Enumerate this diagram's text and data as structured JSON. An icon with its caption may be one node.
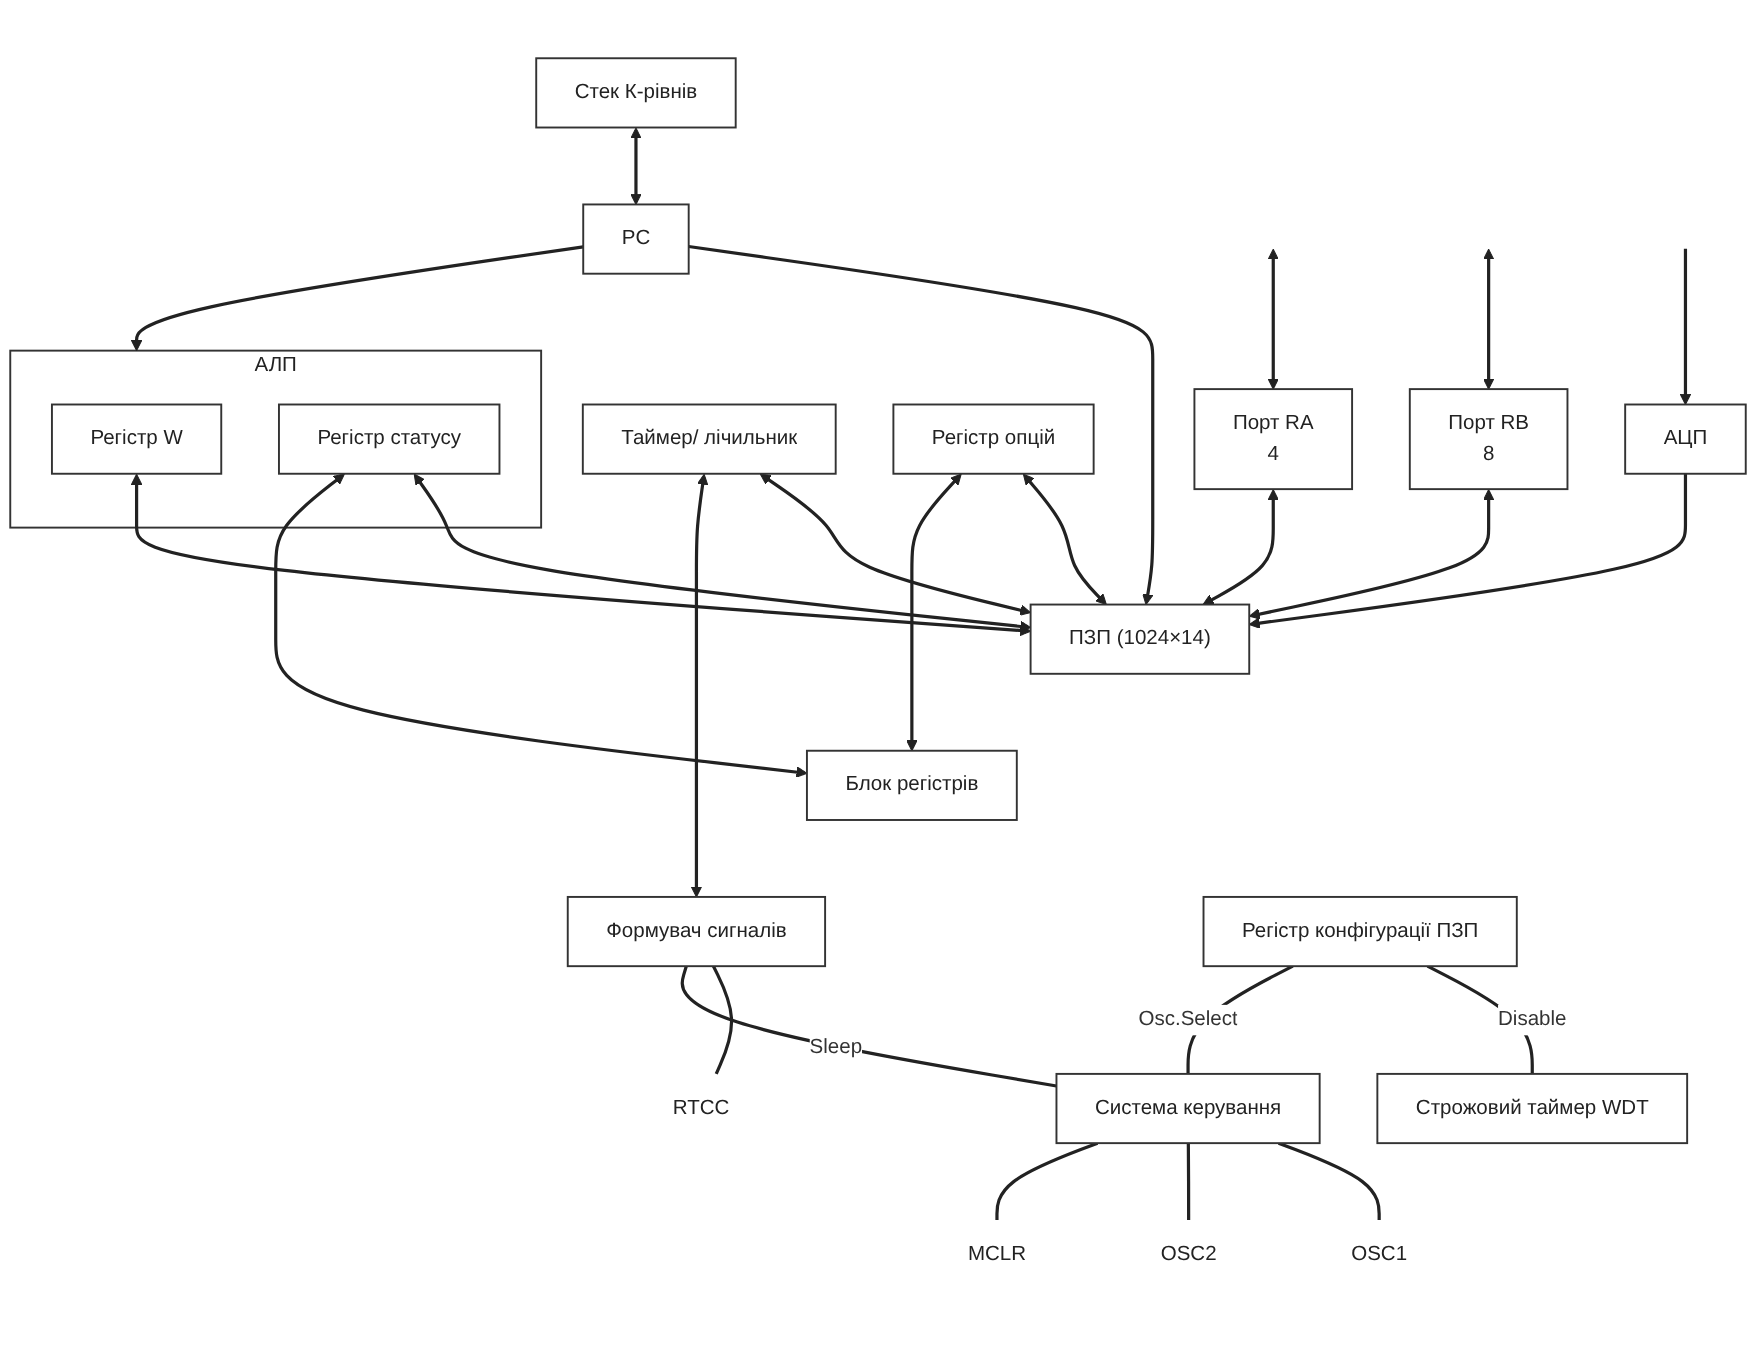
{
  "diagram": {
    "nodes": [
      {
        "text": [
          "Стек К-рівнів"
        ]
      },
      {
        "text": [
          "PC"
        ]
      },
      {
        "text": [
          "АЛП"
        ]
      },
      {
        "text": [
          "Регістр W"
        ],
        "in": 2
      },
      {
        "text": [
          "Регістр статусу"
        ],
        "in": 2
      },
      {
        "text": [
          "Блок регістрів"
        ]
      },
      {
        "text": [
          "ПЗП (1024×14)"
        ]
      },
      {
        "text": [
          "Таймер/ лічильник"
        ]
      },
      {
        "text": [
          "Регістр опцій"
        ]
      },
      {
        "text": [
          "Порт RA",
          "4"
        ]
      },
      {
        "text": [
          "Порт RB",
          "8"
        ]
      },
      {
        "text": [
          "АЦП"
        ]
      },
      {
        "text": [
          "Формувач сигналів"
        ]
      },
      {
        "text": [
          "Строжовий таймер WDT"
        ]
      },
      {
        "text": [
          "Система керування"
        ]
      },
      {
        "text": [
          "Регістр конфігурації ПЗП"
        ]
      },
      {
        "text": [
          "RTCC"
        ]
      },
      {
        "text": [
          "OSC1"
        ]
      },
      {
        "text": [
          "OSC2"
        ]
      },
      {
        "text": [
          "MCLR"
        ]
      }
    ],
    "edges": [
      {
        "from": 0,
        "to": 1,
        "arrow": "both"
      },
      {
        "from": 1,
        "to": 2,
        "arrow": "to"
      },
      {
        "from": 1,
        "to": 6,
        "arrow": "to"
      },
      {
        "from": 3,
        "to": 6,
        "arrow": "both"
      },
      {
        "from": 4,
        "to": 6,
        "arrow": "both"
      },
      {
        "from": 4,
        "to": 5,
        "arrow": "both"
      },
      {
        "from": 8,
        "to": 6,
        "arrow": "both"
      },
      {
        "from": 8,
        "to": 5,
        "arrow": "both"
      },
      {
        "from": 7,
        "to": 6,
        "arrow": "both"
      },
      {
        "from": 9,
        "to": 6,
        "arrow": "both"
      },
      {
        "from": 10,
        "to": 6,
        "arrow": "both"
      },
      {
        "from": 11,
        "to": 6,
        "arrow": "to"
      },
      {
        "from": null,
        "to": 9,
        "arrow": "both"
      },
      {
        "from": null,
        "to": 10,
        "arrow": "both"
      },
      {
        "from": null,
        "to": 11,
        "arrow": "to"
      },
      {
        "from": 7,
        "to": 12,
        "arrow": "both"
      },
      {
        "from": 12,
        "to": 16,
        "arrow": "none"
      },
      {
        "from": 14,
        "to": 17,
        "arrow": "none"
      },
      {
        "from": 14,
        "to": 18,
        "arrow": "none"
      },
      {
        "from": 14,
        "to": 19,
        "arrow": "none"
      },
      {
        "from": 12,
        "to": 14,
        "arrow": "none",
        "label": "Sleep"
      },
      {
        "from": 15,
        "to": 13,
        "arrow": "none",
        "label": "Disable"
      },
      {
        "from": 15,
        "to": 14,
        "arrow": "none",
        "label": "Osc.Select"
      }
    ]
  }
}
